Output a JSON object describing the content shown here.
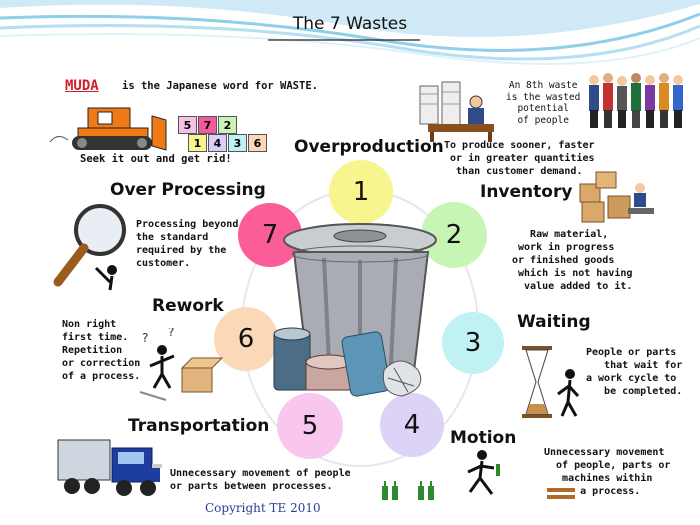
{
  "title": "The 7 Wastes",
  "intro": {
    "muda": "MUDA",
    "definition": "is the Japanese word for WASTE.",
    "seek": "Seek it out and get rid!",
    "blocks": [
      "5",
      "7",
      "2",
      "1",
      "4",
      "3",
      "6"
    ]
  },
  "eighth_waste": "An 8th waste\nis the wasted\npotential\nof people",
  "wastes": [
    {
      "number": "1",
      "title": "Overproduction",
      "desc": "To produce sooner, faster\n or in greater quantities\n  than customer demand.",
      "color": "#f9f58e"
    },
    {
      "number": "2",
      "title": "Inventory",
      "desc": "   Raw material,\n work in progress\nor finished goods\n which is not having\n  value added to it.",
      "color": "#c7f5b6"
    },
    {
      "number": "3",
      "title": "Waiting",
      "desc": "People or parts\n   that wait for\na work cycle to\n   be completed.",
      "color": "#c0f1f3"
    },
    {
      "number": "4",
      "title": "Motion",
      "desc": "Unnecessary movement\n  of people, parts or\n   machines within\n      a process.",
      "color": "#dcd3f7"
    },
    {
      "number": "5",
      "title": "Transportation",
      "desc": "Unnecessary movement of people\nor parts between processes.",
      "color": "#f9c6ee"
    },
    {
      "number": "6",
      "title": "Rework",
      "desc": "Non right\nfirst time.\nRepetition\nor correction\nof a process.",
      "color": "#fbd8b8"
    },
    {
      "number": "7",
      "title": "Over Processing",
      "desc": "Processing beyond\nthe standard\nrequired by the\ncustomer.",
      "color": "#fb5d98"
    }
  ],
  "copyright": "Copyright TE 2010"
}
